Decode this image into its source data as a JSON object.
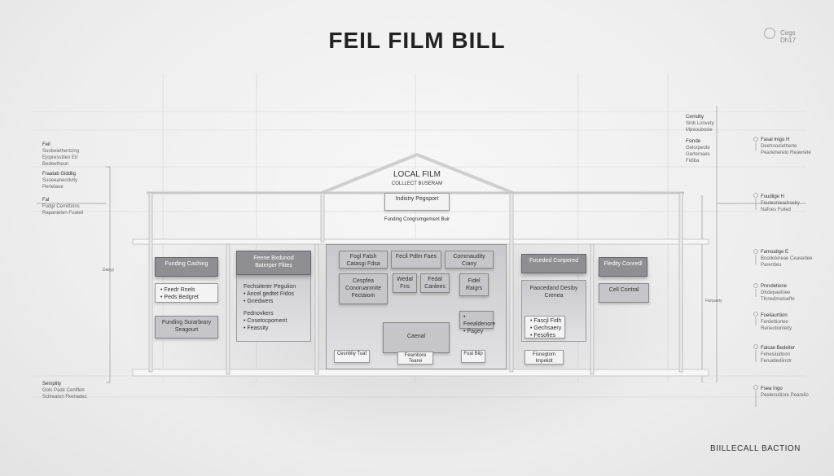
{
  "header": {
    "title": "FEIL FILM BILL",
    "corner_text": "Cegs Dh17",
    "corner_icon": "logo-icon"
  },
  "footer": {
    "text": "BIILLECALL BACTION"
  },
  "left_notes": [
    {
      "heading": "Feil",
      "body": "Suobeiethertzing Ejopresstilen Etr Bedeetheon"
    },
    {
      "heading": "Fraatab Giddlig",
      "body": "Suoeeaneodvity Pertelaue"
    },
    {
      "heading": "Fal",
      "body": "Fudgr Cemittions Rapanieten Fuateli"
    },
    {
      "heading": "Semplity",
      "body": "Gols Pade Cenlfleh Scllreaton Fkehadec"
    }
  ],
  "right_top_notes": [
    {
      "heading": "Cemdity",
      "body": "Sinb Lonvety Mpeoubosle"
    },
    {
      "heading": "Fsinde",
      "body": "Gelorpeote Gertemaes Fidiba"
    }
  ],
  "right_notes": [
    {
      "heading": "Fasal Inigo H",
      "body": "Deehnooletherte Pearlehereto Reawrete"
    },
    {
      "heading": "Fuudlige H",
      "body": "Feuteonieadrseity Nafoes Fuiled"
    },
    {
      "heading": "Famoatige E",
      "body": "Boodetereae Ceasedee Parenties"
    },
    {
      "heading": "Prevdetione",
      "body": "Dtrdepaetriee Tlnnedmetoefte"
    },
    {
      "heading": "Foeilaurtiion",
      "body": "Ferdettionee Reneotionleity"
    },
    {
      "heading": "Falcae Bedeiter",
      "body": "Fehesiuidoon Feruatiediinstr"
    },
    {
      "heading": "Fsea Ingo",
      "body": "Peelenuitiore Pearelio"
    }
  ],
  "diagram": {
    "roof_title": "LOCAL FILM",
    "roof_subtitle": "COLLLECT BUSERAM",
    "apex_box": "Indistry Pegsport",
    "apex_sub": "Funding Congrumgement Buir",
    "col1": {
      "top": "Funding Cashing",
      "mid": [
        "• Feedr Rnels",
        "• Peds Bedgret"
      ],
      "bottom": "Funding Surarbrary Seagourt"
    },
    "col2": {
      "top": "Feene Bxdunod Baterper Flites",
      "items": [
        "Fechsiterer Pegulion",
        "• Ancel gedtet Fidos",
        "• Gnedwers",
        "Fednovkers",
        "• Cnsetocpomerit",
        "• Feassity"
      ]
    },
    "col3": {
      "top": [
        "Fogl Falsh Catasgi Fdsa",
        "Fecil Pdlm Faes",
        "Commaudity Ciany"
      ],
      "mid": [
        "Cespfea Conoruanmite Fectaiom",
        "Wedal Fris",
        "Fedal Canlees",
        "Fidel Raigrs"
      ],
      "right_small": "• Feealdenore • Pagey",
      "center": "Caenal",
      "bottom": [
        "Cesnbliy Tuaf",
        "Feamliore Tearei",
        "Foal Bilp"
      ]
    },
    "col4": {
      "top": "Foceded Conpered",
      "mid": "Paocedand Desiby Crenea",
      "items": [
        "• Fascjl Fidh",
        "• Gechsaery",
        "• Fesofies"
      ],
      "bottom": "Fisnegtom Impelidt"
    },
    "col5": {
      "top": "Fledity Conredl",
      "mid": "Cell Contral"
    },
    "side_labels": [
      "Daeyy",
      "Fanyaety"
    ]
  }
}
